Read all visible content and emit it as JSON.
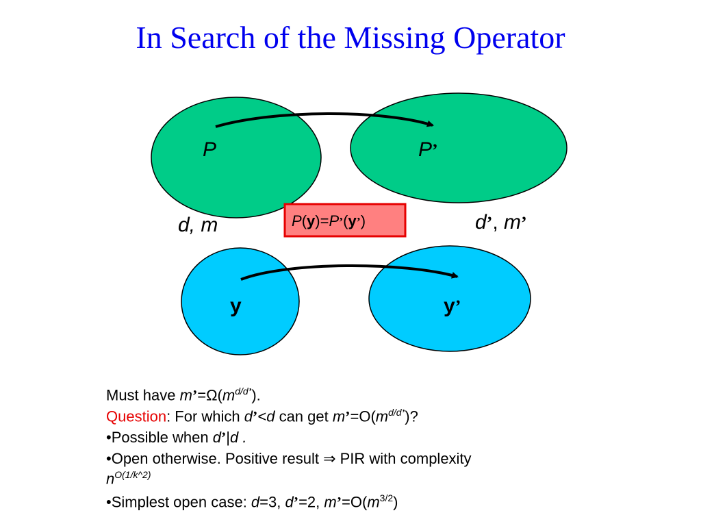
{
  "title": "In Search of the Missing Operator",
  "colors": {
    "title": "#0000ee",
    "ellipse_green": "#00cc88",
    "ellipse_blue": "#00ccff",
    "box_fill": "#ff8080",
    "box_border": "#e60000",
    "question": "#e60000"
  },
  "diagram": {
    "left_top_label": "P",
    "right_top_label": "P",
    "left_bottom_label": "y",
    "right_bottom_label": "y",
    "left_params": "d, m",
    "right_params_d": "d",
    "right_params_m": "m",
    "box_left_P": "P",
    "box_left_y": "y",
    "box_eq": "=",
    "box_right_P": "P",
    "box_right_y": "y",
    "prime": "’"
  },
  "text": {
    "line1_a": "Must have ",
    "line1_m": "m",
    "line1_b": "=Ω(",
    "line1_m2": "m",
    "line1_exp": "d/d",
    "line1_c": ").",
    "question": "Question",
    "line2_a": ": For which ",
    "line2_d": "d",
    "line2_lt": "<",
    "line2_d2": "d",
    "line2_b": " can get ",
    "line2_m": "m",
    "line2_c": "=O(",
    "line2_m2": "m",
    "line2_exp": "d/d",
    "line2_d3": ")?",
    "line3_a": "•Possible when ",
    "line3_d": "d",
    "line3_b": "|",
    "line3_d2": "d .",
    "line4": "•Open otherwise.  Positive result ⇒ PIR with complexity",
    "line5_n": "n",
    "line5_exp": "O(1/k^2)",
    "line6_a": "•Simplest open case: ",
    "line6_d": "d",
    "line6_b": "=3, ",
    "line6_d2": "d",
    "line6_c": "=2, ",
    "line6_m": "m",
    "line6_e": "=O(",
    "line6_m2": "m",
    "line6_exp": "3/2",
    "line6_f": ")",
    "prime": "’"
  }
}
